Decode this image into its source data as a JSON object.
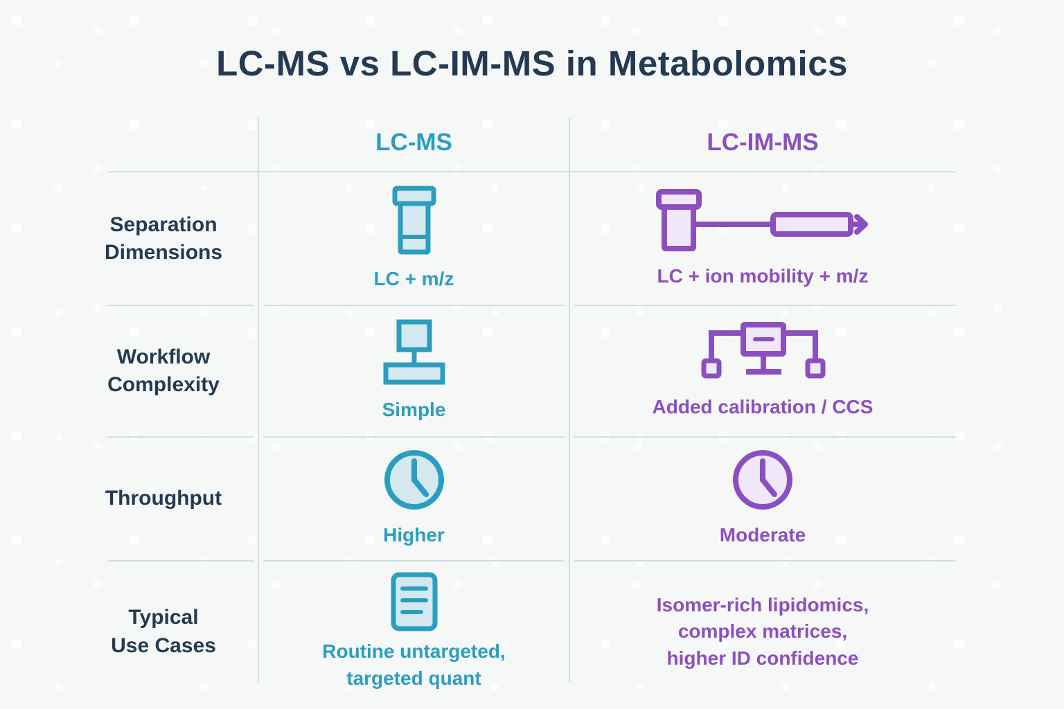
{
  "title": "LC-MS vs LC-IM-MS in Metabolomics",
  "colors": {
    "navy": "#233A52",
    "teal": "#2B9EBF",
    "teal_fill": "#D3E9EF",
    "purple": "#8C4FC0",
    "purple_fill": "#F0E8F8",
    "grid_line": "#CFDFE1",
    "background": "#F6F8F8"
  },
  "columns": [
    {
      "key": "lcms",
      "label": "LC-MS"
    },
    {
      "key": "lcimms",
      "label": "LC-IM-MS"
    }
  ],
  "rows": [
    {
      "label": "Separation\nDimensions",
      "lcms": {
        "icon": "lc-column-icon",
        "text": "LC + m/z"
      },
      "lcimms": {
        "icon": "lc-im-drift-tube-arrow-icon",
        "text": "LC + ion mobility + m/z"
      }
    },
    {
      "label": "Workflow\nComplexity",
      "lcms": {
        "icon": "simple-flowchart-icon",
        "text": "Simple"
      },
      "lcimms": {
        "icon": "branched-network-icon",
        "text": "Added calibration / CCS"
      }
    },
    {
      "label": "Throughput",
      "lcms": {
        "icon": "clock-icon",
        "text": "Higher"
      },
      "lcimms": {
        "icon": "clock-icon",
        "text": "Moderate"
      }
    },
    {
      "label": "Typical\nUse Cases",
      "lcms": {
        "icon": "document-lines-icon",
        "text": "Routine untargeted,\ntargeted quant"
      },
      "lcimms": {
        "icon": null,
        "text": "Isomer-rich lipidomics,\ncomplex matrices,\nhigher ID confidence"
      }
    }
  ]
}
